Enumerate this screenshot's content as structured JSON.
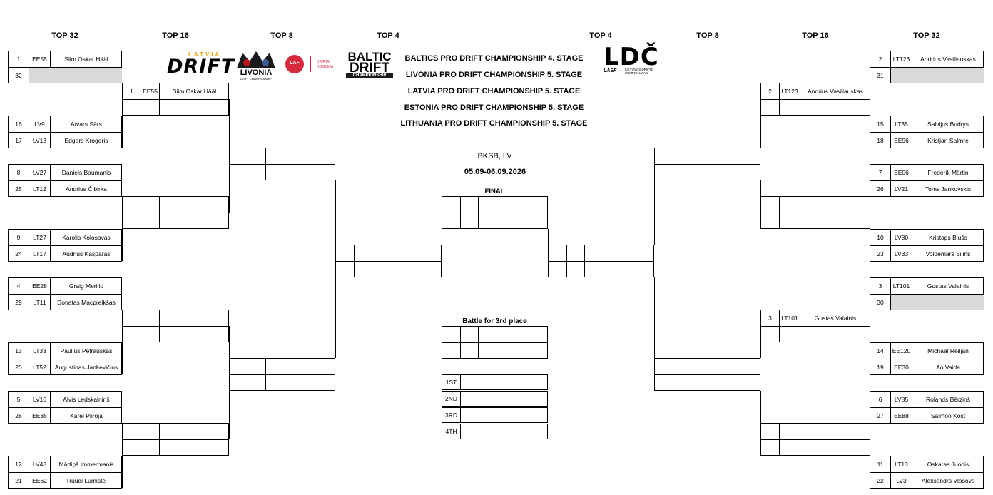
{
  "headers": {
    "left": [
      "TOP 32",
      "TOP 16",
      "TOP 8",
      "TOP 4"
    ],
    "right": [
      "TOP 4",
      "TOP 8",
      "TOP 16",
      "TOP 32"
    ]
  },
  "titles": [
    "BALTICS PRO DRIFT CHAMPIONSHIP 4. STAGE",
    "LIVONIA PRO DRIFT CHAMPIONSHIP 5. STAGE",
    "LATVIA PRO DRIFT CHAMPIONSHIP 5. STAGE",
    "ESTONIA PRO DRIFT CHAMPIONSHIP 5. STAGE",
    "LITHUANIA PRO DRIFT CHAMPIONSHIP 5. STAGE"
  ],
  "location": "BKSB, LV",
  "dates": "05.09-06.09.2026",
  "final_label": "FINAL",
  "third_label": "Battle for 3rd place",
  "places": [
    "1ST",
    "2ND",
    "3RD",
    "4TH"
  ],
  "logos": {
    "latvia_drift_small": "LATVIA",
    "latvia_drift": "DRIFT",
    "livonia": "LIVONIA",
    "livonia_sub": "DRIFT CHAMPIONSHIP",
    "laf": "LAF",
    "laf_sub1": "DRIFTA",
    "laf_sub2": "KOMISIJA",
    "baltic1": "BALTIC",
    "baltic2": "DRIFT",
    "baltic3": "CHAMPIONSHIP",
    "ldc": "LDČ",
    "lasf": "LASF",
    "ldc_sub1": "LIETUVOS DRIFTO",
    "ldc_sub2": "ČEMPIONATAS"
  },
  "left_top32": [
    {
      "seed": "1",
      "code": "EE55",
      "name": "Siim Oskar Hääl"
    },
    {
      "seed": "32",
      "code": "",
      "name": ""
    },
    {
      "seed": "16",
      "code": "LV9",
      "name": "Atvars Sārs"
    },
    {
      "seed": "17",
      "code": "LV13",
      "name": "Edgars Krogeris"
    },
    {
      "seed": "8",
      "code": "LV27",
      "name": "Daniels Baumanis"
    },
    {
      "seed": "25",
      "code": "LT12",
      "name": "Andrius Čibirka"
    },
    {
      "seed": "9",
      "code": "LT27",
      "name": "Karolis Kolosovas"
    },
    {
      "seed": "24",
      "code": "LT17",
      "name": "Audrius Kasparas"
    },
    {
      "seed": "4",
      "code": "EE28",
      "name": "Graig Merillo"
    },
    {
      "seed": "29",
      "code": "LT11",
      "name": "Donatas Macpreikšas"
    },
    {
      "seed": "13",
      "code": "LT33",
      "name": "Paulius Petrauskas"
    },
    {
      "seed": "20",
      "code": "LT52",
      "name": "Augustinas Jankevičius"
    },
    {
      "seed": "5",
      "code": "LV16",
      "name": "Alvis Ledskalniņš"
    },
    {
      "seed": "28",
      "code": "EE35",
      "name": "Karel Piiroja"
    },
    {
      "seed": "12",
      "code": "LV48",
      "name": "Mārtiņš Immermanis"
    },
    {
      "seed": "21",
      "code": "EE62",
      "name": "Ruudi Lumiste"
    }
  ],
  "right_top32": [
    {
      "seed": "2",
      "code": "LT123",
      "name": "Andrius Vasiliauskas"
    },
    {
      "seed": "31",
      "code": "",
      "name": ""
    },
    {
      "seed": "15",
      "code": "LT35",
      "name": "Salvijus Budrys"
    },
    {
      "seed": "18",
      "code": "EE96",
      "name": "Kristjan Salmre"
    },
    {
      "seed": "7",
      "code": "EE06",
      "name": "Frederik Märtin"
    },
    {
      "seed": "26",
      "code": "LV21",
      "name": "Toms Jankovskis"
    },
    {
      "seed": "10",
      "code": "LV80",
      "name": "Kristaps Blušs"
    },
    {
      "seed": "23",
      "code": "LV33",
      "name": "Voldemars Silins"
    },
    {
      "seed": "3",
      "code": "LT101",
      "name": "Gustas Valainis"
    },
    {
      "seed": "30",
      "code": "",
      "name": ""
    },
    {
      "seed": "14",
      "code": "EE120",
      "name": "Michael Reiljan"
    },
    {
      "seed": "19",
      "code": "EE30",
      "name": "Ao Vaida"
    },
    {
      "seed": "6",
      "code": "LV85",
      "name": "Rolands Bērziņš"
    },
    {
      "seed": "27",
      "code": "EE88",
      "name": "Saimon Köst"
    },
    {
      "seed": "11",
      "code": "LT13",
      "name": "Oskaras Juodis"
    },
    {
      "seed": "22",
      "code": "LV3",
      "name": "Aleksandrs Vlasovs"
    }
  ],
  "left_top16": [
    {
      "seed": "1",
      "code": "EE55",
      "name": "Siim Oskar Hääl"
    },
    {
      "seed": "",
      "code": "",
      "name": ""
    },
    {
      "seed": "",
      "code": "",
      "name": ""
    },
    {
      "seed": "",
      "code": "",
      "name": ""
    },
    {
      "seed": "",
      "code": "",
      "name": ""
    },
    {
      "seed": "",
      "code": "",
      "name": ""
    },
    {
      "seed": "",
      "code": "",
      "name": ""
    },
    {
      "seed": "",
      "code": "",
      "name": ""
    },
    {
      "seed": "",
      "code": "",
      "name": ""
    },
    {
      "seed": "",
      "code": "",
      "name": ""
    },
    {
      "seed": "",
      "code": "",
      "name": ""
    },
    {
      "seed": "",
      "code": "",
      "name": ""
    },
    {
      "seed": "",
      "code": "",
      "name": ""
    },
    {
      "seed": "",
      "code": "",
      "name": ""
    },
    {
      "seed": "",
      "code": "",
      "name": ""
    },
    {
      "seed": "",
      "code": "",
      "name": ""
    }
  ],
  "right_top16": [
    {
      "seed": "2",
      "code": "LT123",
      "name": "Andrius Vasiliauskas"
    },
    {
      "seed": "",
      "code": "",
      "name": ""
    },
    {
      "seed": "",
      "code": "",
      "name": ""
    },
    {
      "seed": "",
      "code": "",
      "name": ""
    },
    {
      "seed": "",
      "code": "",
      "name": ""
    },
    {
      "seed": "",
      "code": "",
      "name": ""
    },
    {
      "seed": "",
      "code": "",
      "name": ""
    },
    {
      "seed": "",
      "code": "",
      "name": ""
    },
    {
      "seed": "3",
      "code": "LT101",
      "name": "Gustas Valainis"
    },
    {
      "seed": "",
      "code": "",
      "name": ""
    },
    {
      "seed": "",
      "code": "",
      "name": ""
    },
    {
      "seed": "",
      "code": "",
      "name": ""
    },
    {
      "seed": "",
      "code": "",
      "name": ""
    },
    {
      "seed": "",
      "code": "",
      "name": ""
    },
    {
      "seed": "",
      "code": "",
      "name": ""
    },
    {
      "seed": "",
      "code": "",
      "name": ""
    }
  ]
}
